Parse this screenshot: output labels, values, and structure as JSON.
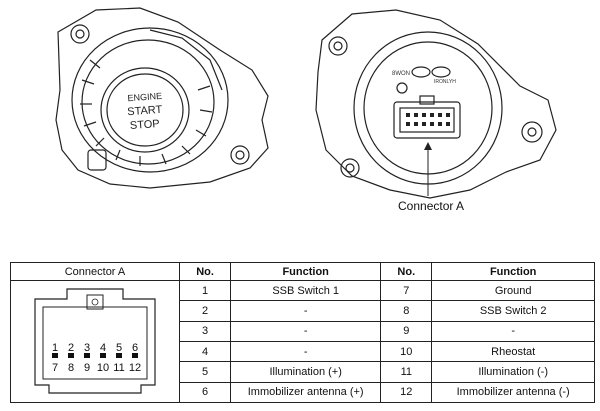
{
  "images": {
    "front_button_label": [
      "ENGINE",
      "START",
      "STOP"
    ],
    "rear_marks": [
      "8WON",
      "IRONLYH"
    ]
  },
  "callout": {
    "label": "Connector A"
  },
  "table": {
    "headers": {
      "connector": "Connector A",
      "no": "No.",
      "function": "Function"
    },
    "connector_pins": [
      "1",
      "2",
      "3",
      "4",
      "5",
      "6",
      "7",
      "8",
      "9",
      "10",
      "11",
      "12"
    ],
    "connector_bottom_row": [
      "7",
      "8",
      "9",
      "10",
      "11",
      "12"
    ],
    "rows": [
      {
        "no_left": "1",
        "fn_left": "SSB Switch 1",
        "no_right": "7",
        "fn_right": "Ground"
      },
      {
        "no_left": "2",
        "fn_left": "-",
        "no_right": "8",
        "fn_right": "SSB Switch 2"
      },
      {
        "no_left": "3",
        "fn_left": "-",
        "no_right": "9",
        "fn_right": "-"
      },
      {
        "no_left": "4",
        "fn_left": "-",
        "no_right": "10",
        "fn_right": "Rheostat"
      },
      {
        "no_left": "5",
        "fn_left": "Illumination (+)",
        "no_right": "11",
        "fn_right": "Illumination (-)"
      },
      {
        "no_left": "6",
        "fn_left": "Immobilizer antenna (+)",
        "no_right": "12",
        "fn_right": "Immobilizer antenna (-)"
      }
    ]
  }
}
